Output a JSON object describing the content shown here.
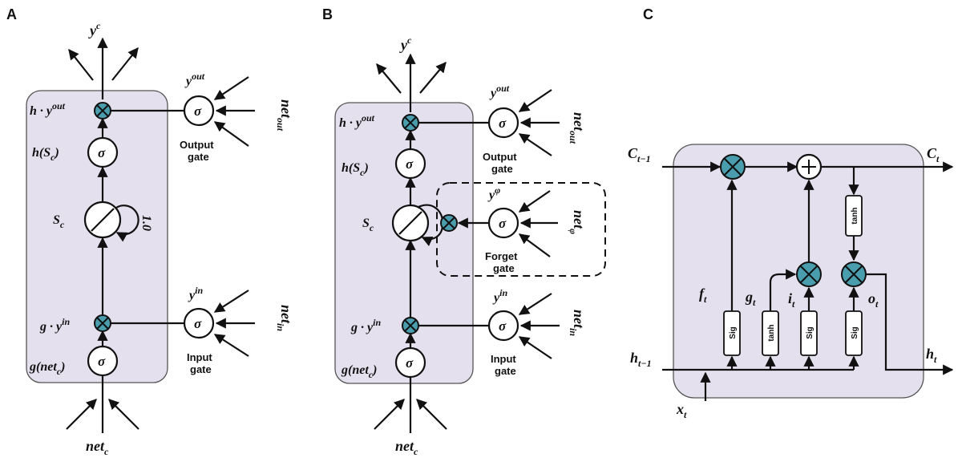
{
  "panels": {
    "a": {
      "letter": "A",
      "output_label": {
        "base": "y",
        "sup": "c"
      },
      "output_gate_value": {
        "base": "y",
        "sup": "out"
      },
      "output_gate_net": {
        "base": "net",
        "sub": "out"
      },
      "output_gate_name": [
        "Output",
        "gate"
      ],
      "product_out": {
        "base": "h · y",
        "sup": "out"
      },
      "h_of_s": {
        "base": "h(S",
        "sub": "c",
        "tail": ")"
      },
      "state": {
        "base": "S",
        "sub": "c"
      },
      "self_loop_weight": "1.0",
      "input_gate_value": {
        "base": "y",
        "sup": "in"
      },
      "input_gate_net": {
        "base": "net",
        "sub": "in"
      },
      "input_gate_name": [
        "Input",
        "gate"
      ],
      "product_in": {
        "base": "g · y",
        "sup": "in"
      },
      "g_of_net": {
        "base": "g(net",
        "sub": "c",
        "tail": ")"
      },
      "cell_input": {
        "base": "net",
        "sub": "c"
      },
      "sigma": "σ"
    },
    "b": {
      "letter": "B",
      "output_label": {
        "base": "y",
        "sup": "c"
      },
      "output_gate_value": {
        "base": "y",
        "sup": "out"
      },
      "output_gate_net": {
        "base": "net",
        "sub": "out"
      },
      "output_gate_name": [
        "Output",
        "gate"
      ],
      "product_out": {
        "base": "h · y",
        "sup": "out"
      },
      "h_of_s": {
        "base": "h(S",
        "sub": "c",
        "tail": ")"
      },
      "state": {
        "base": "S",
        "sub": "c"
      },
      "forget_gate_value": {
        "base": "y",
        "sup": "φ"
      },
      "forget_gate_net": {
        "base": "net",
        "sub": "φ"
      },
      "forget_gate_name": [
        "Forget",
        "gate"
      ],
      "input_gate_value": {
        "base": "y",
        "sup": "in"
      },
      "input_gate_net": {
        "base": "net",
        "sub": "in"
      },
      "input_gate_name": [
        "Input",
        "gate"
      ],
      "product_in": {
        "base": "g · y",
        "sup": "in"
      },
      "g_of_net": {
        "base": "g(net",
        "sub": "c",
        "tail": ")"
      },
      "cell_input": {
        "base": "net",
        "sub": "c"
      },
      "sigma": "σ"
    },
    "c": {
      "letter": "C",
      "c_prev": {
        "base": "C",
        "sub": "t−1"
      },
      "c_next": {
        "base": "C",
        "sub": "t"
      },
      "h_prev": {
        "base": "h",
        "sub": "t−1"
      },
      "h_next": {
        "base": "h",
        "sub": "t"
      },
      "x_in": {
        "base": "x",
        "sub": "t"
      },
      "f": {
        "base": "f",
        "sub": "t"
      },
      "g": {
        "base": "g",
        "sub": "t"
      },
      "i": {
        "base": "i",
        "sub": "t"
      },
      "o": {
        "base": "o",
        "sub": "t"
      },
      "box_sig": "Sig",
      "box_tanh": "tanh"
    }
  },
  "colors": {
    "cell_fill": "#e5e0ee",
    "multiplier_fill": "#4a9dad",
    "line": "#111111"
  }
}
